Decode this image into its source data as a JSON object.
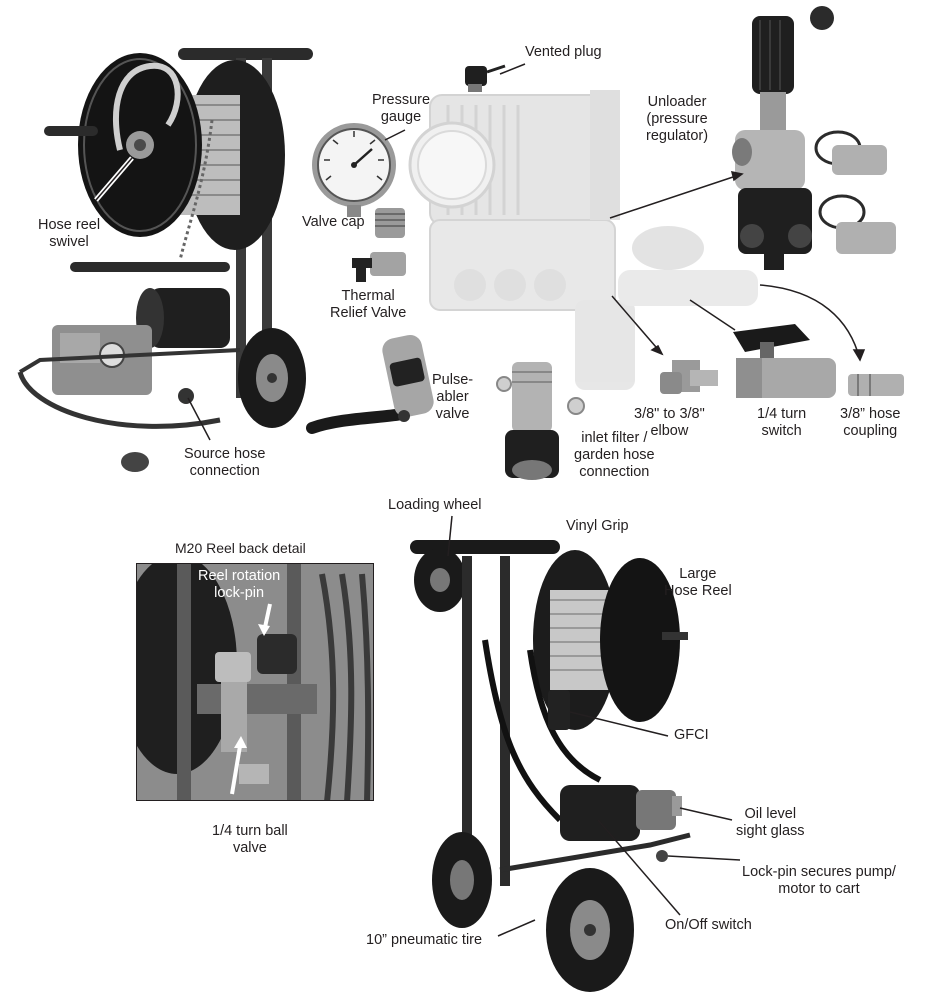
{
  "colors": {
    "ink": "#231f20",
    "metal_dark": "#2b2b2b",
    "metal_mid": "#7a7a7a",
    "metal_light": "#bdbdbd",
    "ghost": "#d9d9d9",
    "hose": "#c8c8c8",
    "background": "#ffffff"
  },
  "labels": {
    "vented_plug": "Vented plug",
    "pressure_gauge": [
      "Pressure",
      "gauge"
    ],
    "unloader": [
      "Unloader",
      "(pressure",
      "regulator)"
    ],
    "hose_reel_swivel": [
      "Hose reel",
      "swivel"
    ],
    "valve_cap": "Valve cap",
    "thermal_relief_valve": [
      "Thermal",
      "Relief Valve"
    ],
    "pulseabler_valve": [
      "Pulse-",
      "abler",
      "valve"
    ],
    "elbow": [
      "3/8\" to 3/8\"",
      "elbow"
    ],
    "quarter_turn_switch": [
      "1/4 turn",
      "switch"
    ],
    "hose_coupling": [
      "3/8” hose",
      "coupling"
    ],
    "source_hose_connection": [
      "Source hose",
      "connection"
    ],
    "inlet_filter": [
      "inlet filter /",
      "garden hose",
      "connection"
    ],
    "loading_wheel": "Loading wheel",
    "vinyl_grip": "Vinyl Grip",
    "large_hose_reel": [
      "Large",
      "Hose Reel"
    ],
    "inset_title": "M20 Reel back detail",
    "reel_rotation_lock_pin": [
      "Reel rotation",
      "lock-pin"
    ],
    "quarter_turn_ball_valve": [
      "1/4 turn ball",
      "valve"
    ],
    "gfci": "GFCI",
    "oil_level_sight_glass": [
      "Oil level",
      "sight glass"
    ],
    "lock_pin_secures": [
      "Lock-pin secures pump/",
      "motor to cart"
    ],
    "on_off_switch": "On/Off  switch",
    "pneumatic_tire": "10” pneumatic tire"
  },
  "icons": {
    "cart_top": "pressure-washer-cart-icon",
    "cart_bottom": "pressure-washer-cart-icon",
    "pump": "pump-assembly-icon",
    "inset": "reel-back-detail-icon"
  }
}
